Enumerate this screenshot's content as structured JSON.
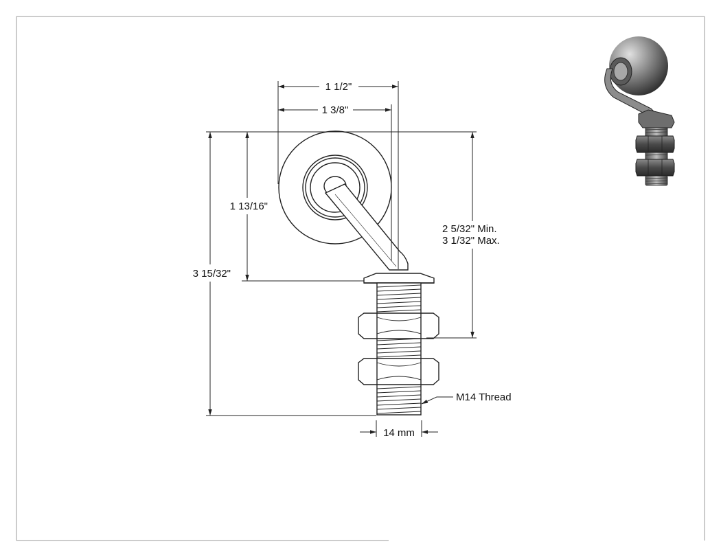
{
  "dimensions": {
    "overall_width": "1 1/2\"",
    "flange_width": "1 3/8\"",
    "overall_height": "3 15/32\"",
    "flange_height": "1 13/16\"",
    "reach_min": "2 5/32\" Min.",
    "reach_max": "3 1/32\" Max.",
    "thread_callout": "M14 Thread",
    "thread_diameter": "14 mm"
  },
  "colors": {
    "line": "#222222",
    "border": "#999999",
    "render_dark": "#3a3a3a",
    "render_mid": "#8a8a8a",
    "render_light": "#d0d0d0"
  }
}
